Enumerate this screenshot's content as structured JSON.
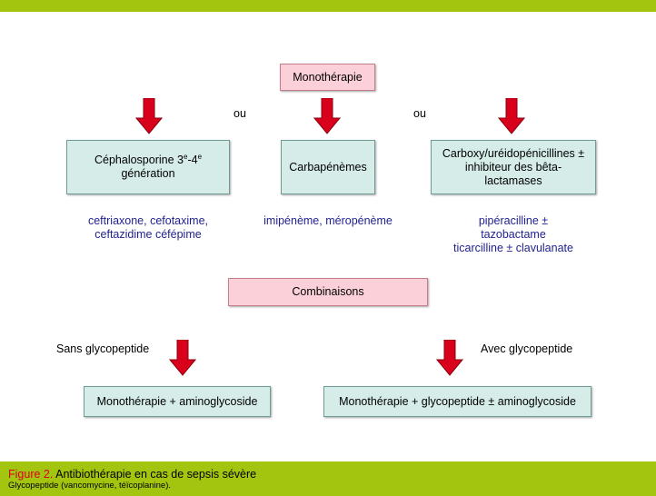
{
  "colors": {
    "band": "#a3c510",
    "pink_box": "#fbd0d8",
    "mint_box": "#d5ece9",
    "arrow_fill": "#d9001b",
    "drug_text": "#1f1f8f",
    "figure_label": "#d9001b"
  },
  "nodes": {
    "monotherapie": "Monothérapie",
    "cephalosporine_prefix": "Céphalosporine 3",
    "cephalosporine_sup1": "e",
    "cephalosporine_mid": "-4",
    "cephalosporine_sup2": "e",
    "cephalosporine_line2": "génération",
    "carbapenemes": "Carbapénèmes",
    "carboxy_line1": "Carboxy/uréidopénicillines ±",
    "carboxy_line2": "inhibiteur des bêta-",
    "carboxy_line3": "lactamases",
    "combinaisons": "Combinaisons",
    "mono_amino": "Monothérapie + aminoglycoside",
    "mono_glyco_amino": "Monothérapie + glycopeptide ± aminoglycoside"
  },
  "connectors": {
    "ou_left": "ou",
    "ou_right": "ou",
    "sans_glyco": "Sans glycopeptide",
    "avec_glyco": "Avec glycopeptide"
  },
  "drugs": {
    "cephalo_line1": "ceftriaxone, cefotaxime,",
    "cephalo_line2": "ceftazidime céfépime",
    "carbapenem_line1": "imipénème, méropénème",
    "carboxy_line1": "pipéracilline ±",
    "carboxy_line2": "tazobactame",
    "carboxy_line3": "ticarcilline ± clavulanate"
  },
  "caption": {
    "figure_label": "Figure 2.",
    "title": " Antibiothérapie en cas de sepsis sévère",
    "note": "Glycopeptide (vancomycine, téïcoplanine)."
  }
}
